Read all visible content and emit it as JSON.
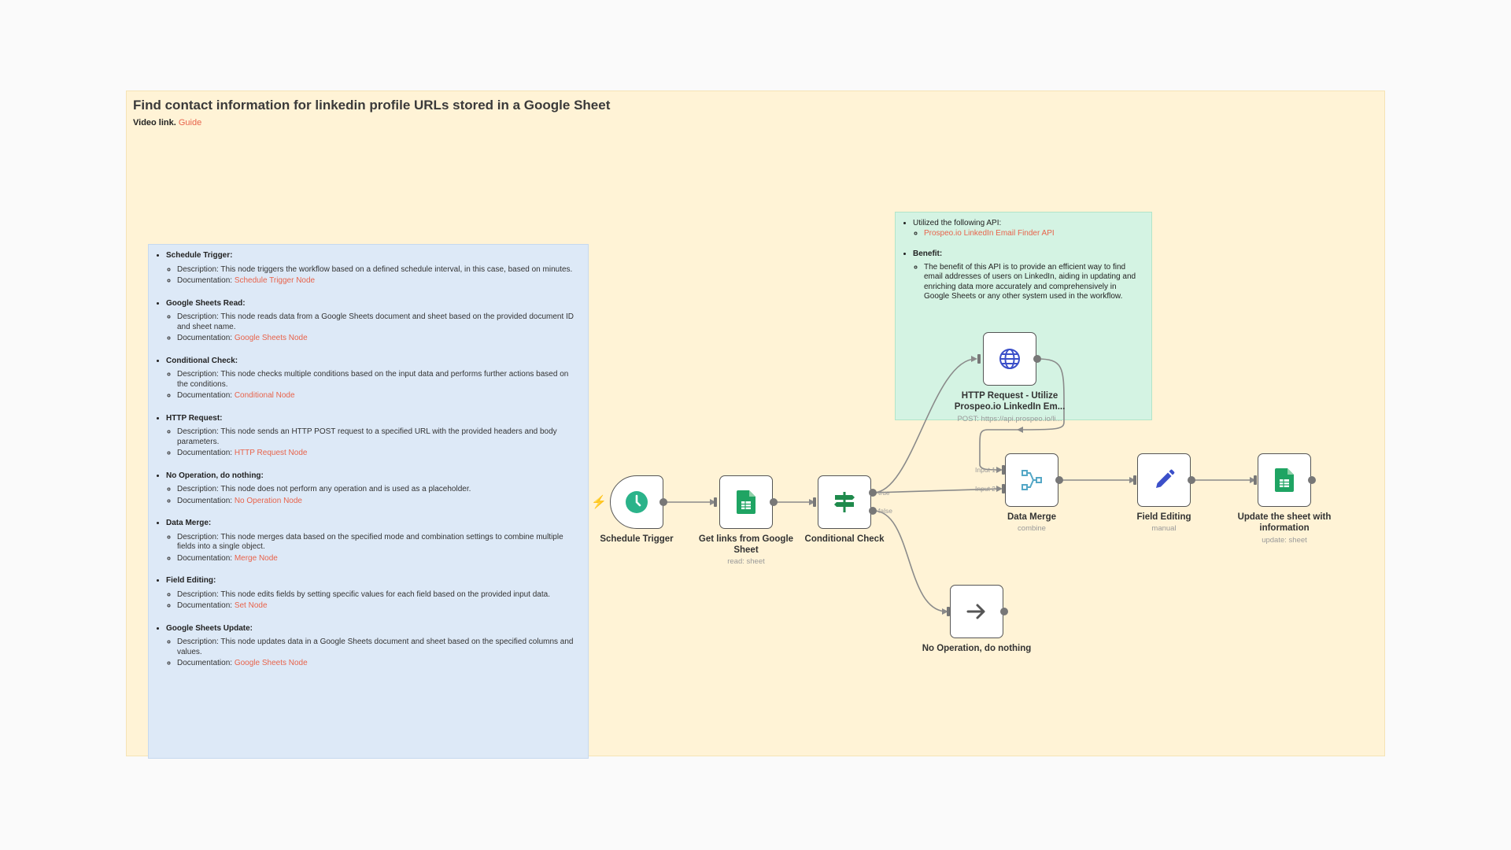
{
  "main_note": {
    "title": "Find contact information for linkedin profile URLs stored in a Google Sheet",
    "video_label": "Video link.",
    "video_link": "Guide"
  },
  "descriptions": [
    {
      "title": "Schedule Trigger:",
      "description": "Description: This node triggers the workflow based on a defined schedule interval, in this case, based on minutes.",
      "doc_label": "Documentation:",
      "doc_link": "Schedule Trigger Node"
    },
    {
      "title": "Google Sheets Read:",
      "description": "Description: This node reads data from a Google Sheets document and sheet based on the provided document ID and sheet name.",
      "doc_label": "Documentation:",
      "doc_link": "Google Sheets Node"
    },
    {
      "title": "Conditional Check:",
      "description": "Description: This node checks multiple conditions based on the input data and performs further actions based on the conditions.",
      "doc_label": "Documentation:",
      "doc_link": "Conditional Node"
    },
    {
      "title": "HTTP Request:",
      "description": "Description: This node sends an HTTP POST request to a specified URL with the provided headers and body parameters.",
      "doc_label": "Documentation:",
      "doc_link": "HTTP Request Node"
    },
    {
      "title": "No Operation, do nothing:",
      "description": "Description: This node does not perform any operation and is used as a placeholder.",
      "doc_label": "Documentation:",
      "doc_link": "No Operation Node"
    },
    {
      "title": "Data Merge:",
      "description": "Description: This node merges data based on the specified mode and combination settings to combine multiple fields into a single object.",
      "doc_label": "Documentation:",
      "doc_link": "Merge Node"
    },
    {
      "title": "Field Editing:",
      "description": "Description: This node edits fields by setting specific values for each field based on the provided input data.",
      "doc_label": "Documentation:",
      "doc_link": "Set Node"
    },
    {
      "title": "Google Sheets Update:",
      "description": "Description: This node updates data in a Google Sheets document and sheet based on the specified columns and values.",
      "doc_label": "Documentation:",
      "doc_link": "Google Sheets Node"
    }
  ],
  "api_note": {
    "utilized": "Utilized the following API:",
    "api_link": "Prospeo.io LinkedIn Email Finder API",
    "benefit_title": "Benefit:",
    "benefit_text": "The benefit of this API is to provide an efficient way to find email addresses of users on LinkedIn, aiding in updating and enriching data more accurately and comprehensively in Google Sheets or any other system used in the workflow."
  },
  "nodes": {
    "schedule_trigger": {
      "label": "Schedule Trigger",
      "icon": "clock-icon"
    },
    "get_links": {
      "label": "Get links from Google Sheet",
      "sub": "read: sheet",
      "icon": "google-sheets-icon"
    },
    "conditional_check": {
      "label": "Conditional Check",
      "icon": "signpost-icon",
      "true_label": "true",
      "false_label": "false"
    },
    "http_request": {
      "label": "HTTP Request - Utilize Prospeo.io LinkedIn Em...",
      "sub": "POST: https://api.prospeo.io/li...",
      "icon": "globe-icon"
    },
    "data_merge": {
      "label": "Data Merge",
      "sub": "combine",
      "icon": "merge-icon",
      "input1": "Input 1",
      "input2": "Input 2"
    },
    "field_editing": {
      "label": "Field Editing",
      "sub": "manual",
      "icon": "pencil-icon"
    },
    "update_sheet": {
      "label": "Update the sheet with information",
      "sub": "update: sheet",
      "icon": "google-sheets-icon"
    },
    "no_op": {
      "label": "No Operation, do nothing",
      "icon": "arrow-right-icon"
    }
  },
  "colors": {
    "main_note_bg": "#fff3d6",
    "blue_note_bg": "#dde9f7",
    "green_note_bg": "#d4f3e3",
    "link": "#e8634b",
    "trigger_green": "#2bb38a",
    "sheets_green": "#1fa463",
    "conditional_green": "#1f8a4c",
    "http_blue": "#3b4fc9",
    "merge_teal": "#54a7c6",
    "pencil_blue": "#3b4fc9"
  }
}
